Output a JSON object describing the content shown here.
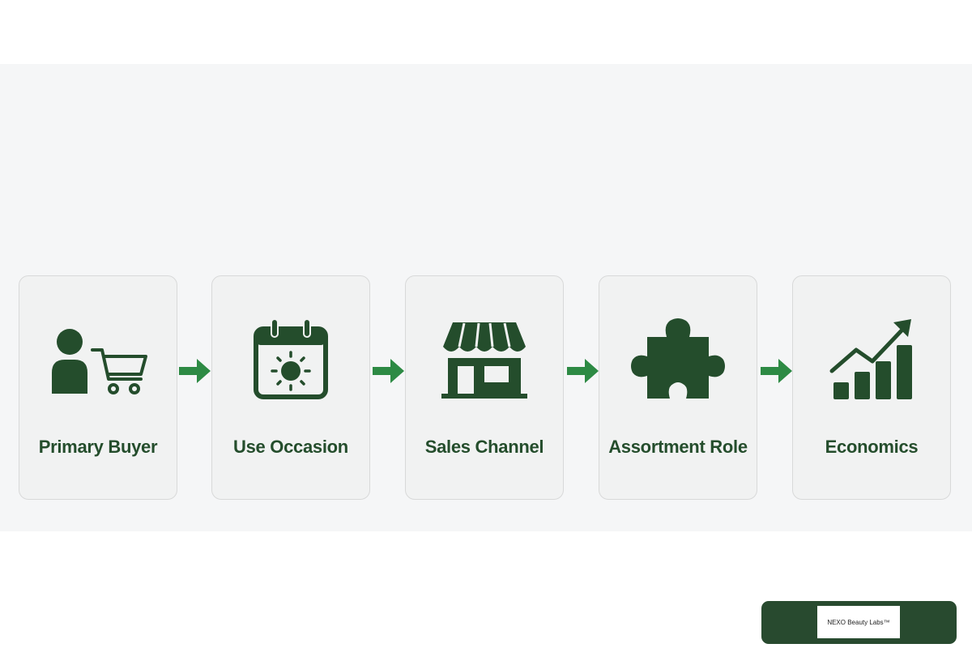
{
  "steps": [
    {
      "label": "Primary Buyer",
      "icon": "buyer-cart-icon"
    },
    {
      "label": "Use Occasion",
      "icon": "calendar-sun-icon"
    },
    {
      "label": "Sales Channel",
      "icon": "storefront-icon"
    },
    {
      "label": "Assortment Role",
      "icon": "puzzle-piece-icon"
    },
    {
      "label": "Economics",
      "icon": "growth-chart-icon"
    }
  ],
  "brand": {
    "logo_text": "NEXO Beauty Labs™"
  },
  "colors": {
    "icon": "#244d2c",
    "arrow": "#2d8a44",
    "card_bg": "#f1f2f2",
    "band_bg": "#f5f6f7",
    "badge_bg": "#284a2f"
  }
}
